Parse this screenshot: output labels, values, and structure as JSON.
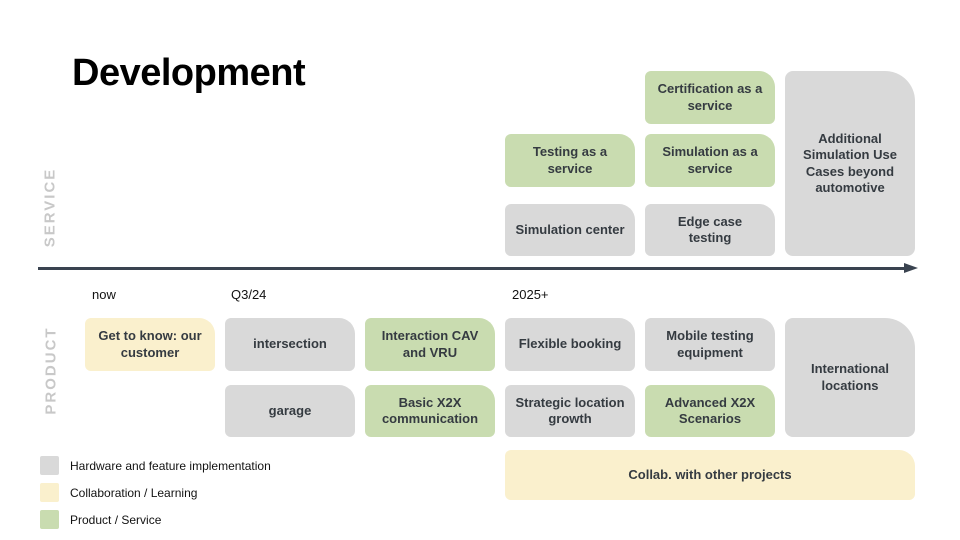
{
  "slide": {
    "title": "Development"
  },
  "sections": {
    "service_label": "SERVICE",
    "product_label": "PRODUCT"
  },
  "timeline": {
    "ticks": [
      {
        "text": "now"
      },
      {
        "text": "Q3/24"
      },
      {
        "text": "2025+"
      }
    ]
  },
  "roadmap": {
    "service": [
      {
        "label": "Certification as a service",
        "category": "product-service"
      },
      {
        "label": "Testing as a service",
        "category": "product-service"
      },
      {
        "label": "Simulation as a service",
        "category": "product-service"
      },
      {
        "label": "Simulation center",
        "category": "hardware"
      },
      {
        "label": "Edge case testing",
        "category": "hardware"
      },
      {
        "label": "Additional Simulation Use Cases beyond automotive",
        "category": "hardware"
      }
    ],
    "product": [
      {
        "label": "Get to know: our customer",
        "category": "collaboration"
      },
      {
        "label": "intersection",
        "category": "hardware"
      },
      {
        "label": "Interaction CAV and VRU",
        "category": "product-service"
      },
      {
        "label": "Flexible booking",
        "category": "hardware"
      },
      {
        "label": "Mobile testing equipment",
        "category": "hardware"
      },
      {
        "label": "garage",
        "category": "hardware"
      },
      {
        "label": "Basic X2X communication",
        "category": "product-service"
      },
      {
        "label": "Strategic location growth",
        "category": "hardware"
      },
      {
        "label": "Advanced X2X Scenarios",
        "category": "product-service"
      },
      {
        "label": "International locations",
        "category": "hardware"
      },
      {
        "label": "Collab. with other projects",
        "category": "collaboration"
      }
    ]
  },
  "legend": {
    "items": [
      {
        "label": "Hardware and feature implementation",
        "color": "#d9d9d9"
      },
      {
        "label": "Collaboration / Learning",
        "color": "#faf0cd"
      },
      {
        "label": "Product / Service",
        "color": "#c9dcb0"
      }
    ]
  },
  "colors": {
    "background": "#ffffff",
    "box_gray": "#d9d9d9",
    "box_yellow": "#faf0cd",
    "box_green": "#c9dcb0",
    "box_text": "#353b41",
    "timeline_arrow": "#3a4350",
    "section_label": "#c8c8c8",
    "title_text": "#000000"
  }
}
